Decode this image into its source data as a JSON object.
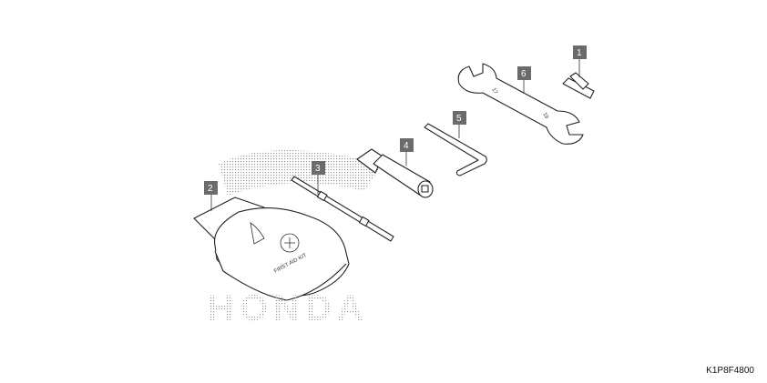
{
  "diagram": {
    "callouts": [
      {
        "label": "1",
        "part": "fuse-clip"
      },
      {
        "label": "2",
        "part": "tool-bag"
      },
      {
        "label": "3",
        "part": "screwdriver"
      },
      {
        "label": "4",
        "part": "plug-wrench"
      },
      {
        "label": "5",
        "part": "hex-wrench"
      },
      {
        "label": "6",
        "part": "open-end-wrench"
      }
    ],
    "bag_text": "FIRST AID KIT",
    "watermark": "HONDA",
    "wrench_marks": [
      "17",
      "19"
    ],
    "figure_code": "K1P8F4800",
    "callout_color": "#6b6b6b",
    "watermark_color": "#cfcfcf"
  }
}
